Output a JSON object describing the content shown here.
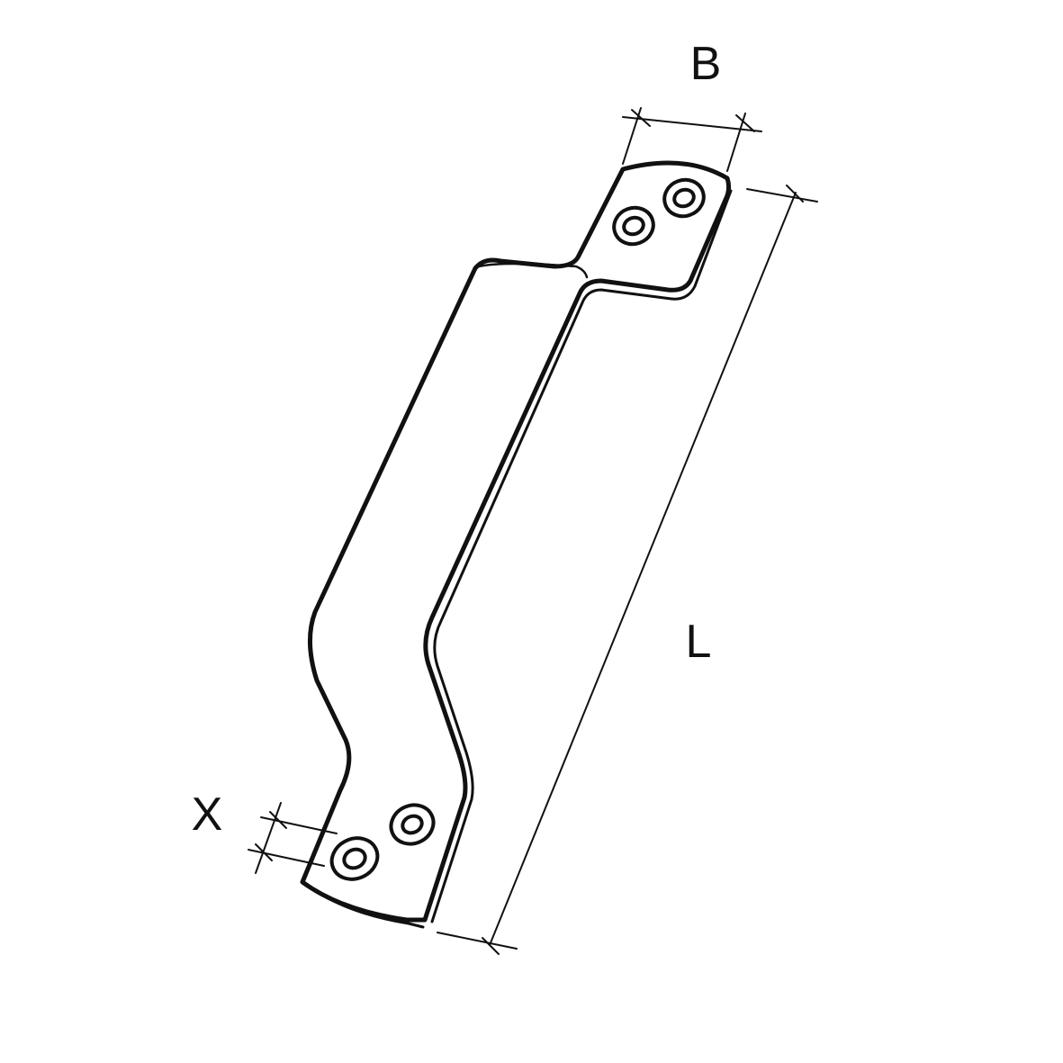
{
  "diagram": {
    "dimension_labels": {
      "width": "B",
      "length": "L",
      "hole_offset": "X"
    },
    "colors": {
      "stroke": "#111111",
      "background": "#ffffff"
    }
  }
}
